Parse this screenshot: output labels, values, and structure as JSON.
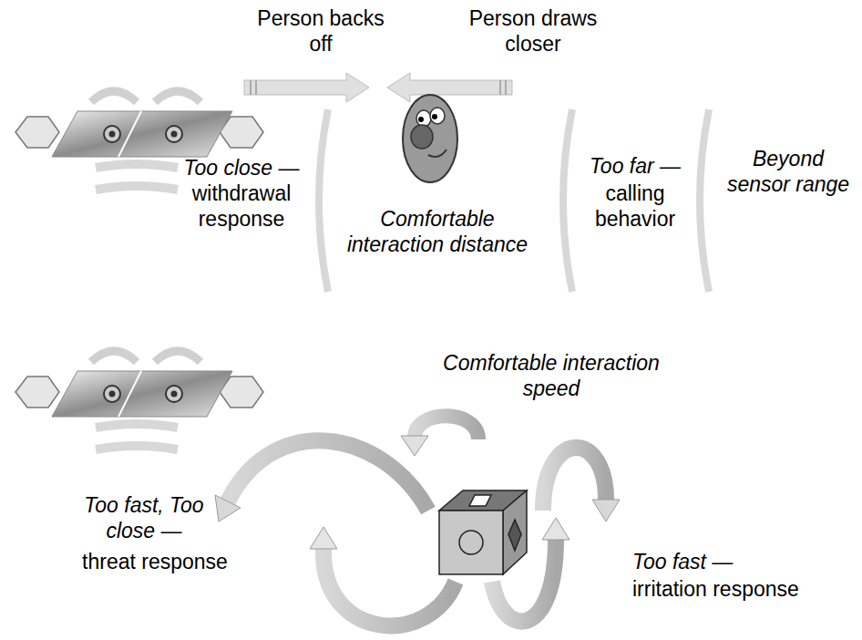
{
  "diagram": {
    "labels": [
      "Person backs off",
      "Person draws closer",
      "Too close —",
      "withdrawal response",
      "Comfortable interaction distance",
      "Too far —",
      "calling behavior",
      "Beyond sensor range",
      "Comfortable interaction speed",
      "Too fast, Too close —",
      "threat response",
      "Too fast —",
      "irritation response"
    ]
  }
}
